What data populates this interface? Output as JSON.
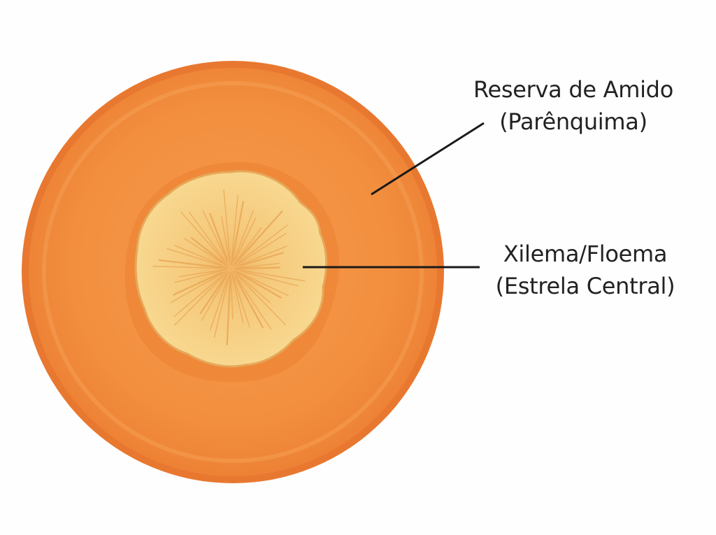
{
  "labels": {
    "parenchyma": {
      "line1": "Reserva de Amido",
      "line2": "(Parênquima)"
    },
    "xylem": {
      "line1": "Xilema/Floema",
      "line2": "(Estrela Central)"
    }
  },
  "colors": {
    "outer_edge": "#e8782f",
    "outer_fill": "#f28f3f",
    "inner_ring": "#ee8a3a",
    "core_edge": "#e9b25e",
    "core_fill": "#f7d68d",
    "core_center": "#f2b463",
    "leader_line": "#1a1a1a"
  }
}
